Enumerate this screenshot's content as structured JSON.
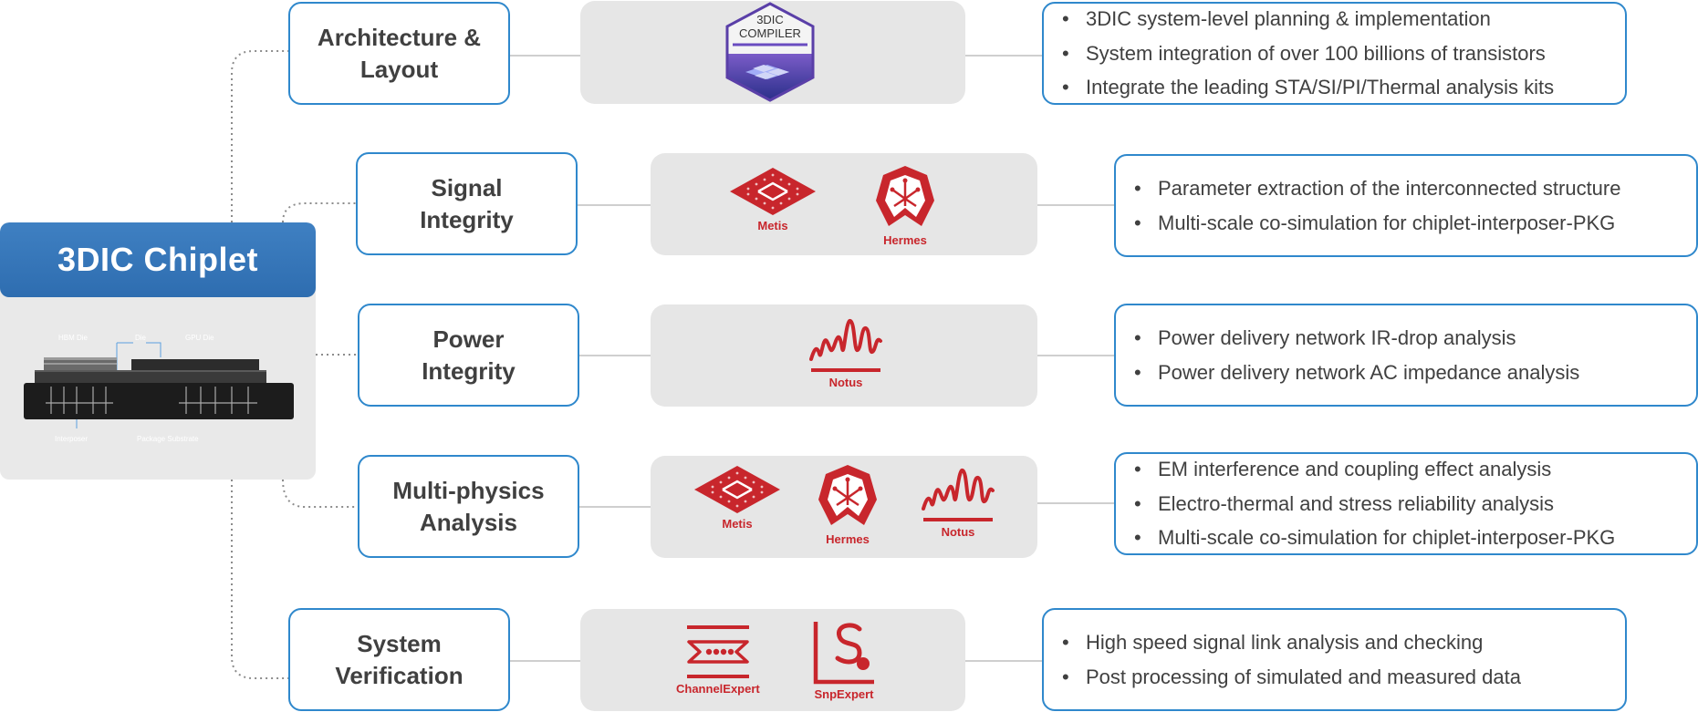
{
  "root": {
    "title": "3DIC Chiplet",
    "diagram_labels": [
      "HBM Die",
      "Die",
      "GPU Die",
      "Interposer",
      "Package Substrate"
    ]
  },
  "rows": [
    {
      "category": "Architecture &\nLayout",
      "tools": [
        {
          "name": "3DIC COMPILER",
          "label": "",
          "icon": "3dic-compiler-badge-icon"
        }
      ],
      "bullets": [
        "3DIC system-level planning & implementation",
        "System integration of over 100 billions of transistors",
        "Integrate the leading STA/SI/PI/Thermal analysis kits"
      ]
    },
    {
      "category": "Signal\nIntegrity",
      "tools": [
        {
          "label": "Metis",
          "icon": "metis-icon"
        },
        {
          "label": "Hermes",
          "icon": "hermes-icon"
        }
      ],
      "bullets": [
        "Parameter extraction of the interconnected structure",
        "Multi-scale co-simulation for chiplet-interposer-PKG"
      ]
    },
    {
      "category": "Power\nIntegrity",
      "tools": [
        {
          "label": "Notus",
          "icon": "notus-icon"
        }
      ],
      "bullets": [
        "Power delivery network IR-drop analysis",
        "Power delivery network AC impedance analysis"
      ]
    },
    {
      "category": "Multi-physics\nAnalysis",
      "tools": [
        {
          "label": "Metis",
          "icon": "metis-icon"
        },
        {
          "label": "Hermes",
          "icon": "hermes-icon"
        },
        {
          "label": "Notus",
          "icon": "notus-icon"
        }
      ],
      "bullets": [
        "EM interference and coupling effect analysis",
        "Electro-thermal and stress reliability analysis",
        "Multi-scale co-simulation for chiplet-interposer-PKG"
      ]
    },
    {
      "category": "System\nVerification",
      "tools": [
        {
          "label": "ChannelExpert",
          "icon": "channelexpert-icon"
        },
        {
          "label": "SnpExpert",
          "icon": "snpexpert-icon"
        }
      ],
      "bullets": [
        "High speed signal link analysis and checking",
        "Post processing of simulated and measured data"
      ]
    }
  ],
  "colors": {
    "accent_blue": "#2f88cc",
    "header_blue": "#3676b8",
    "brand_red": "#c8262c",
    "panel_gray": "#e6e6e6",
    "text_dark": "#404040"
  }
}
